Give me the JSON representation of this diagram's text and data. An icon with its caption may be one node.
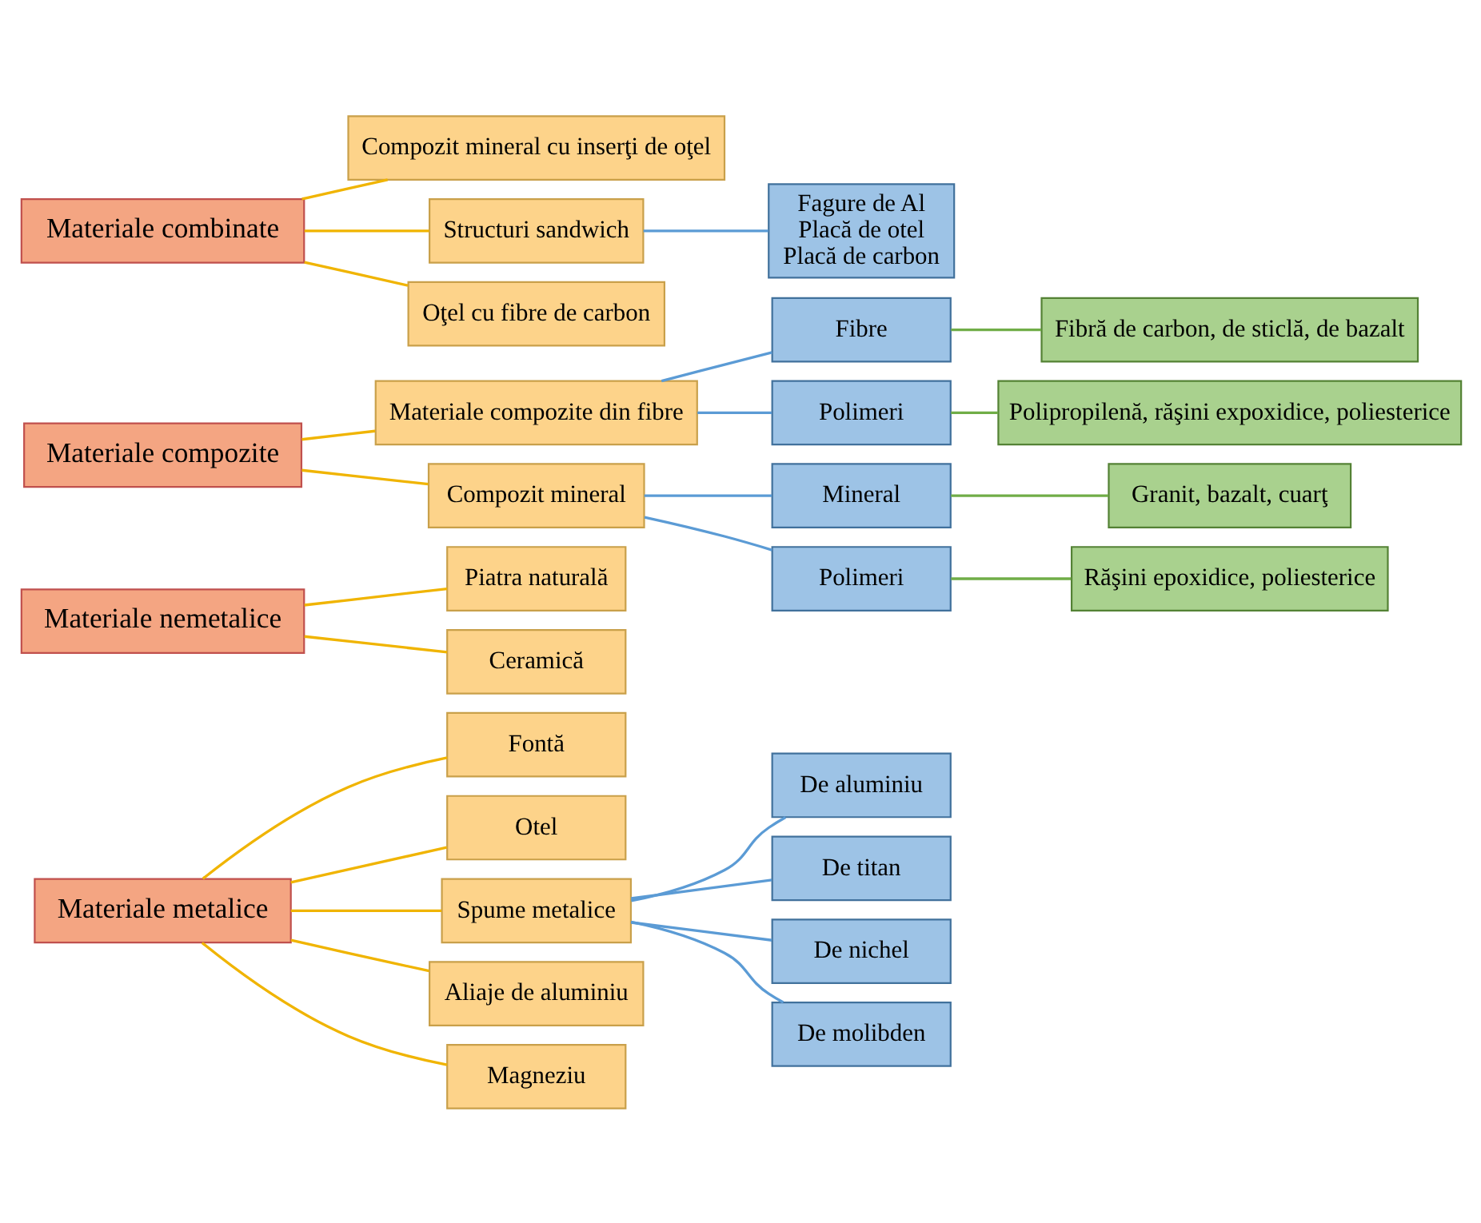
{
  "diagram": {
    "nodes": [
      {
        "text": [
          "Materiale metalice"
        ]
      },
      {
        "text": [
          "Fontă"
        ]
      },
      {
        "text": [
          "Otel"
        ]
      },
      {
        "text": [
          "Spume metalice"
        ]
      },
      {
        "text": [
          "Aliaje de aluminiu"
        ]
      },
      {
        "text": [
          "Magneziu"
        ]
      },
      {
        "text": [
          "De aluminiu"
        ]
      },
      {
        "text": [
          "De titan"
        ]
      },
      {
        "text": [
          "De nichel"
        ]
      },
      {
        "text": [
          "De molibden"
        ]
      },
      {
        "text": [
          "Materiale nemetalice"
        ]
      },
      {
        "text": [
          "Piatra naturală"
        ]
      },
      {
        "text": [
          "Ceramică"
        ]
      },
      {
        "text": [
          "Materiale compozite"
        ]
      },
      {
        "text": [
          "Materiale compozite din fibre"
        ]
      },
      {
        "text": [
          "Compozit mineral"
        ]
      },
      {
        "text": [
          "Fibre"
        ]
      },
      {
        "text": [
          "Polimeri"
        ]
      },
      {
        "text": [
          "Mineral"
        ]
      },
      {
        "text": [
          "Polimeri"
        ]
      },
      {
        "text": [
          "Fibră de carbon, de sticlă, de bazalt"
        ]
      },
      {
        "text": [
          "Polipropilenă, răşini expoxidice, poliesterice"
        ]
      },
      {
        "text": [
          "Granit, bazalt, cuarţ"
        ]
      },
      {
        "text": [
          "Răşini epoxidice, poliesterice"
        ]
      },
      {
        "text": [
          "Materiale combinate"
        ]
      },
      {
        "text": [
          "Compozit mineral cu inserţi de oţel"
        ]
      },
      {
        "text": [
          "Structuri sandwich"
        ]
      },
      {
        "text": [
          "Oţel cu fibre de carbon"
        ]
      },
      {
        "text": [
          "Fagure de Al",
          "Placă de otel",
          "Placă de carbon"
        ]
      }
    ],
    "edges": [
      {
        "from": 0,
        "to": 1,
        "arrow": "none"
      },
      {
        "from": 0,
        "to": 2,
        "arrow": "none"
      },
      {
        "from": 0,
        "to": 3,
        "arrow": "none"
      },
      {
        "from": 0,
        "to": 4,
        "arrow": "none"
      },
      {
        "from": 0,
        "to": 5,
        "arrow": "none"
      },
      {
        "from": 3,
        "to": 6,
        "arrow": "none",
        "color": "#5b9bd5"
      },
      {
        "from": 3,
        "to": 7,
        "arrow": "none",
        "color": "#5b9bd5"
      },
      {
        "from": 3,
        "to": 8,
        "arrow": "none",
        "color": "#5b9bd5"
      },
      {
        "from": 3,
        "to": 9,
        "arrow": "none",
        "color": "#5b9bd5"
      },
      {
        "from": 10,
        "to": 11,
        "arrow": "none"
      },
      {
        "from": 10,
        "to": 12,
        "arrow": "none"
      },
      {
        "from": 13,
        "to": 14,
        "arrow": "none"
      },
      {
        "from": 13,
        "to": 15,
        "arrow": "none"
      },
      {
        "from": 14,
        "to": 16,
        "arrow": "none",
        "color": "#5b9bd5"
      },
      {
        "from": 14,
        "to": 17,
        "arrow": "none",
        "color": "#5b9bd5"
      },
      {
        "from": 15,
        "to": 18,
        "arrow": "none",
        "color": "#5b9bd5"
      },
      {
        "from": 15,
        "to": 19,
        "arrow": "none",
        "color": "#5b9bd5"
      },
      {
        "from": 16,
        "to": 20,
        "arrow": "none",
        "color": "#70ad47"
      },
      {
        "from": 17,
        "to": 21,
        "arrow": "none",
        "color": "#70ad47"
      },
      {
        "from": 18,
        "to": 22,
        "arrow": "none",
        "color": "#70ad47"
      },
      {
        "from": 19,
        "to": 23,
        "arrow": "none",
        "color": "#70ad47"
      },
      {
        "from": 24,
        "to": 25,
        "arrow": "none"
      },
      {
        "from": 24,
        "to": 26,
        "arrow": "none"
      },
      {
        "from": 24,
        "to": 27,
        "arrow": "none"
      },
      {
        "from": 26,
        "to": 28,
        "arrow": "none",
        "color": "#5b9bd5"
      }
    ]
  }
}
